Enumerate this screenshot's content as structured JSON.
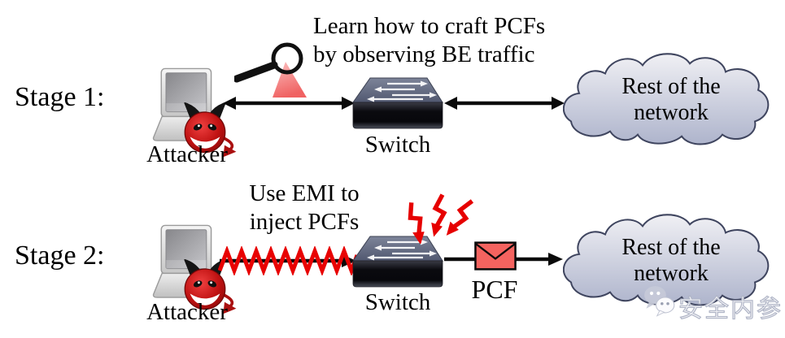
{
  "figure": {
    "description": "Two-stage PCF injection attack diagram"
  },
  "stage1": {
    "label": "Stage 1:",
    "annotation": {
      "line1": "Learn how to craft PCFs",
      "line2": "by observing BE traffic"
    },
    "attacker_label": "Attacker",
    "switch_label": "Switch",
    "cloud": {
      "line1": "Rest of the",
      "line2": "network"
    }
  },
  "stage2": {
    "label": "Stage 2:",
    "annotation": {
      "line1": "Use EMI to",
      "line2": "inject PCFs"
    },
    "attacker_label": "Attacker",
    "switch_label": "Switch",
    "pcf_label": "PCF",
    "cloud": {
      "line1": "Rest of the",
      "line2": "network"
    }
  },
  "watermark": {
    "text": "安全内参",
    "icon": "wechat-logo"
  },
  "icons": {
    "magnifier": "magnifying-glass-with-beam",
    "devil": "red-devil-smiley",
    "laptop": "gray-laptop-computer",
    "switch": "3d-network-switch-with-arrows",
    "cloud": "network-cloud",
    "lightning": "three-red-lightning-bolts",
    "envelope": "red-envelope-pcf-frame",
    "zigzag": "red-emi-interference-arrow",
    "watermark_icon": "wechat-chat-bubbles"
  },
  "colors": {
    "background": "#ffffff",
    "text": "#000000",
    "attack_red": "#e60000",
    "envelope_fill": "#f4635f",
    "devil_red": "#c01212",
    "beam_pink": "#f28080",
    "cloud_fill_top": "#f0f0f4",
    "cloud_fill_bottom": "#aeb4cc",
    "cloud_stroke": "#3f455f",
    "switch_top": "#6a7187",
    "switch_front": "#0d0d12",
    "arrow_black": "#0a0a0a"
  }
}
